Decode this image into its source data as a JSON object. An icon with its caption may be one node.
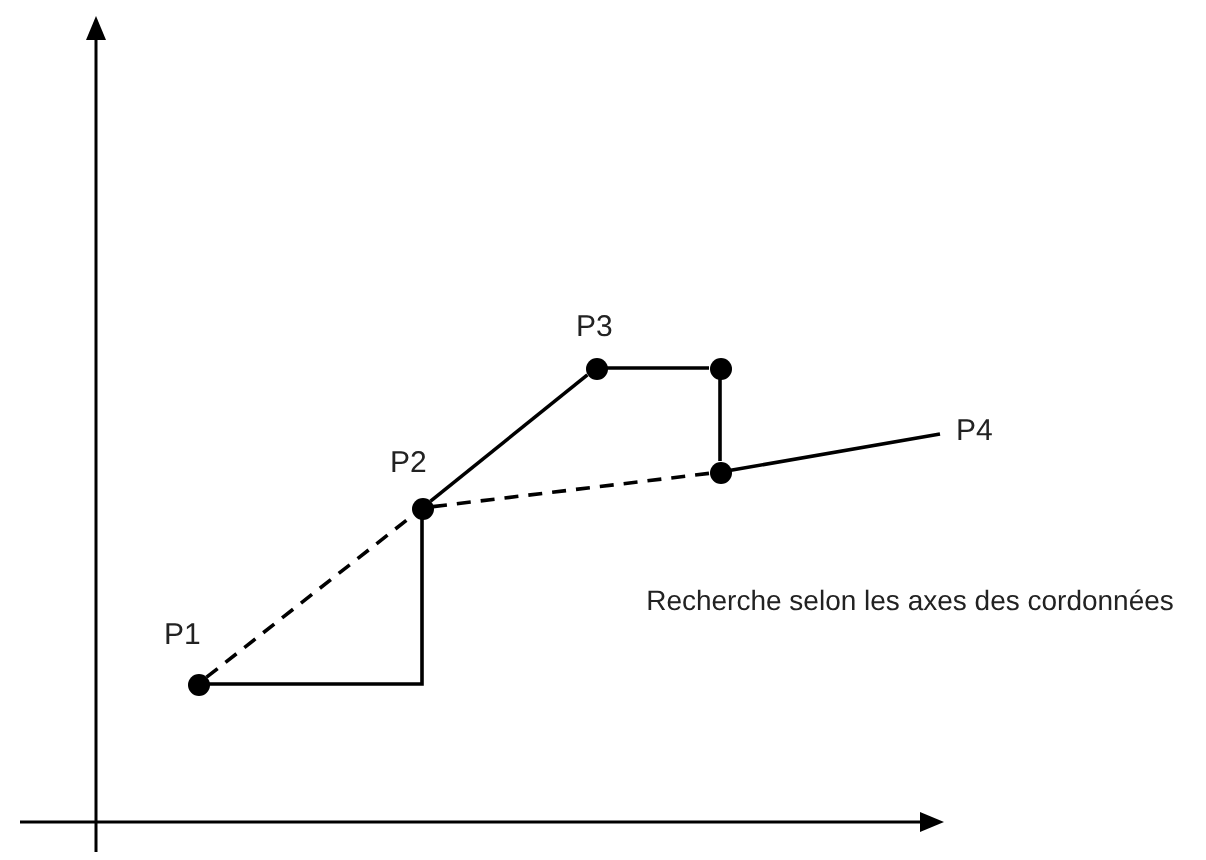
{
  "diagram": {
    "nodes": [
      {
        "text": [
          "P1"
        ]
      },
      {
        "text": [
          "P2"
        ]
      },
      {
        "text": [
          "P3"
        ]
      },
      {
        "text": [],
        "shape": "circle"
      },
      {
        "text": [],
        "shape": "circle"
      },
      {
        "text": [
          "P4"
        ]
      }
    ],
    "edges": [
      {
        "from": 0,
        "to": 1,
        "arrow": "none",
        "style": "dashed"
      },
      {
        "from": 0,
        "to": 1,
        "arrow": "none"
      },
      {
        "from": 1,
        "to": 2,
        "arrow": "none"
      },
      {
        "from": 2,
        "to": 3,
        "arrow": "none"
      },
      {
        "from": 3,
        "to": 4,
        "arrow": "none"
      },
      {
        "from": 1,
        "to": 4,
        "arrow": "none",
        "style": "dashed"
      },
      {
        "from": 4,
        "to": 5,
        "arrow": "none"
      }
    ],
    "labels": [
      "Recherche selon les axes des cordonnées"
    ]
  }
}
